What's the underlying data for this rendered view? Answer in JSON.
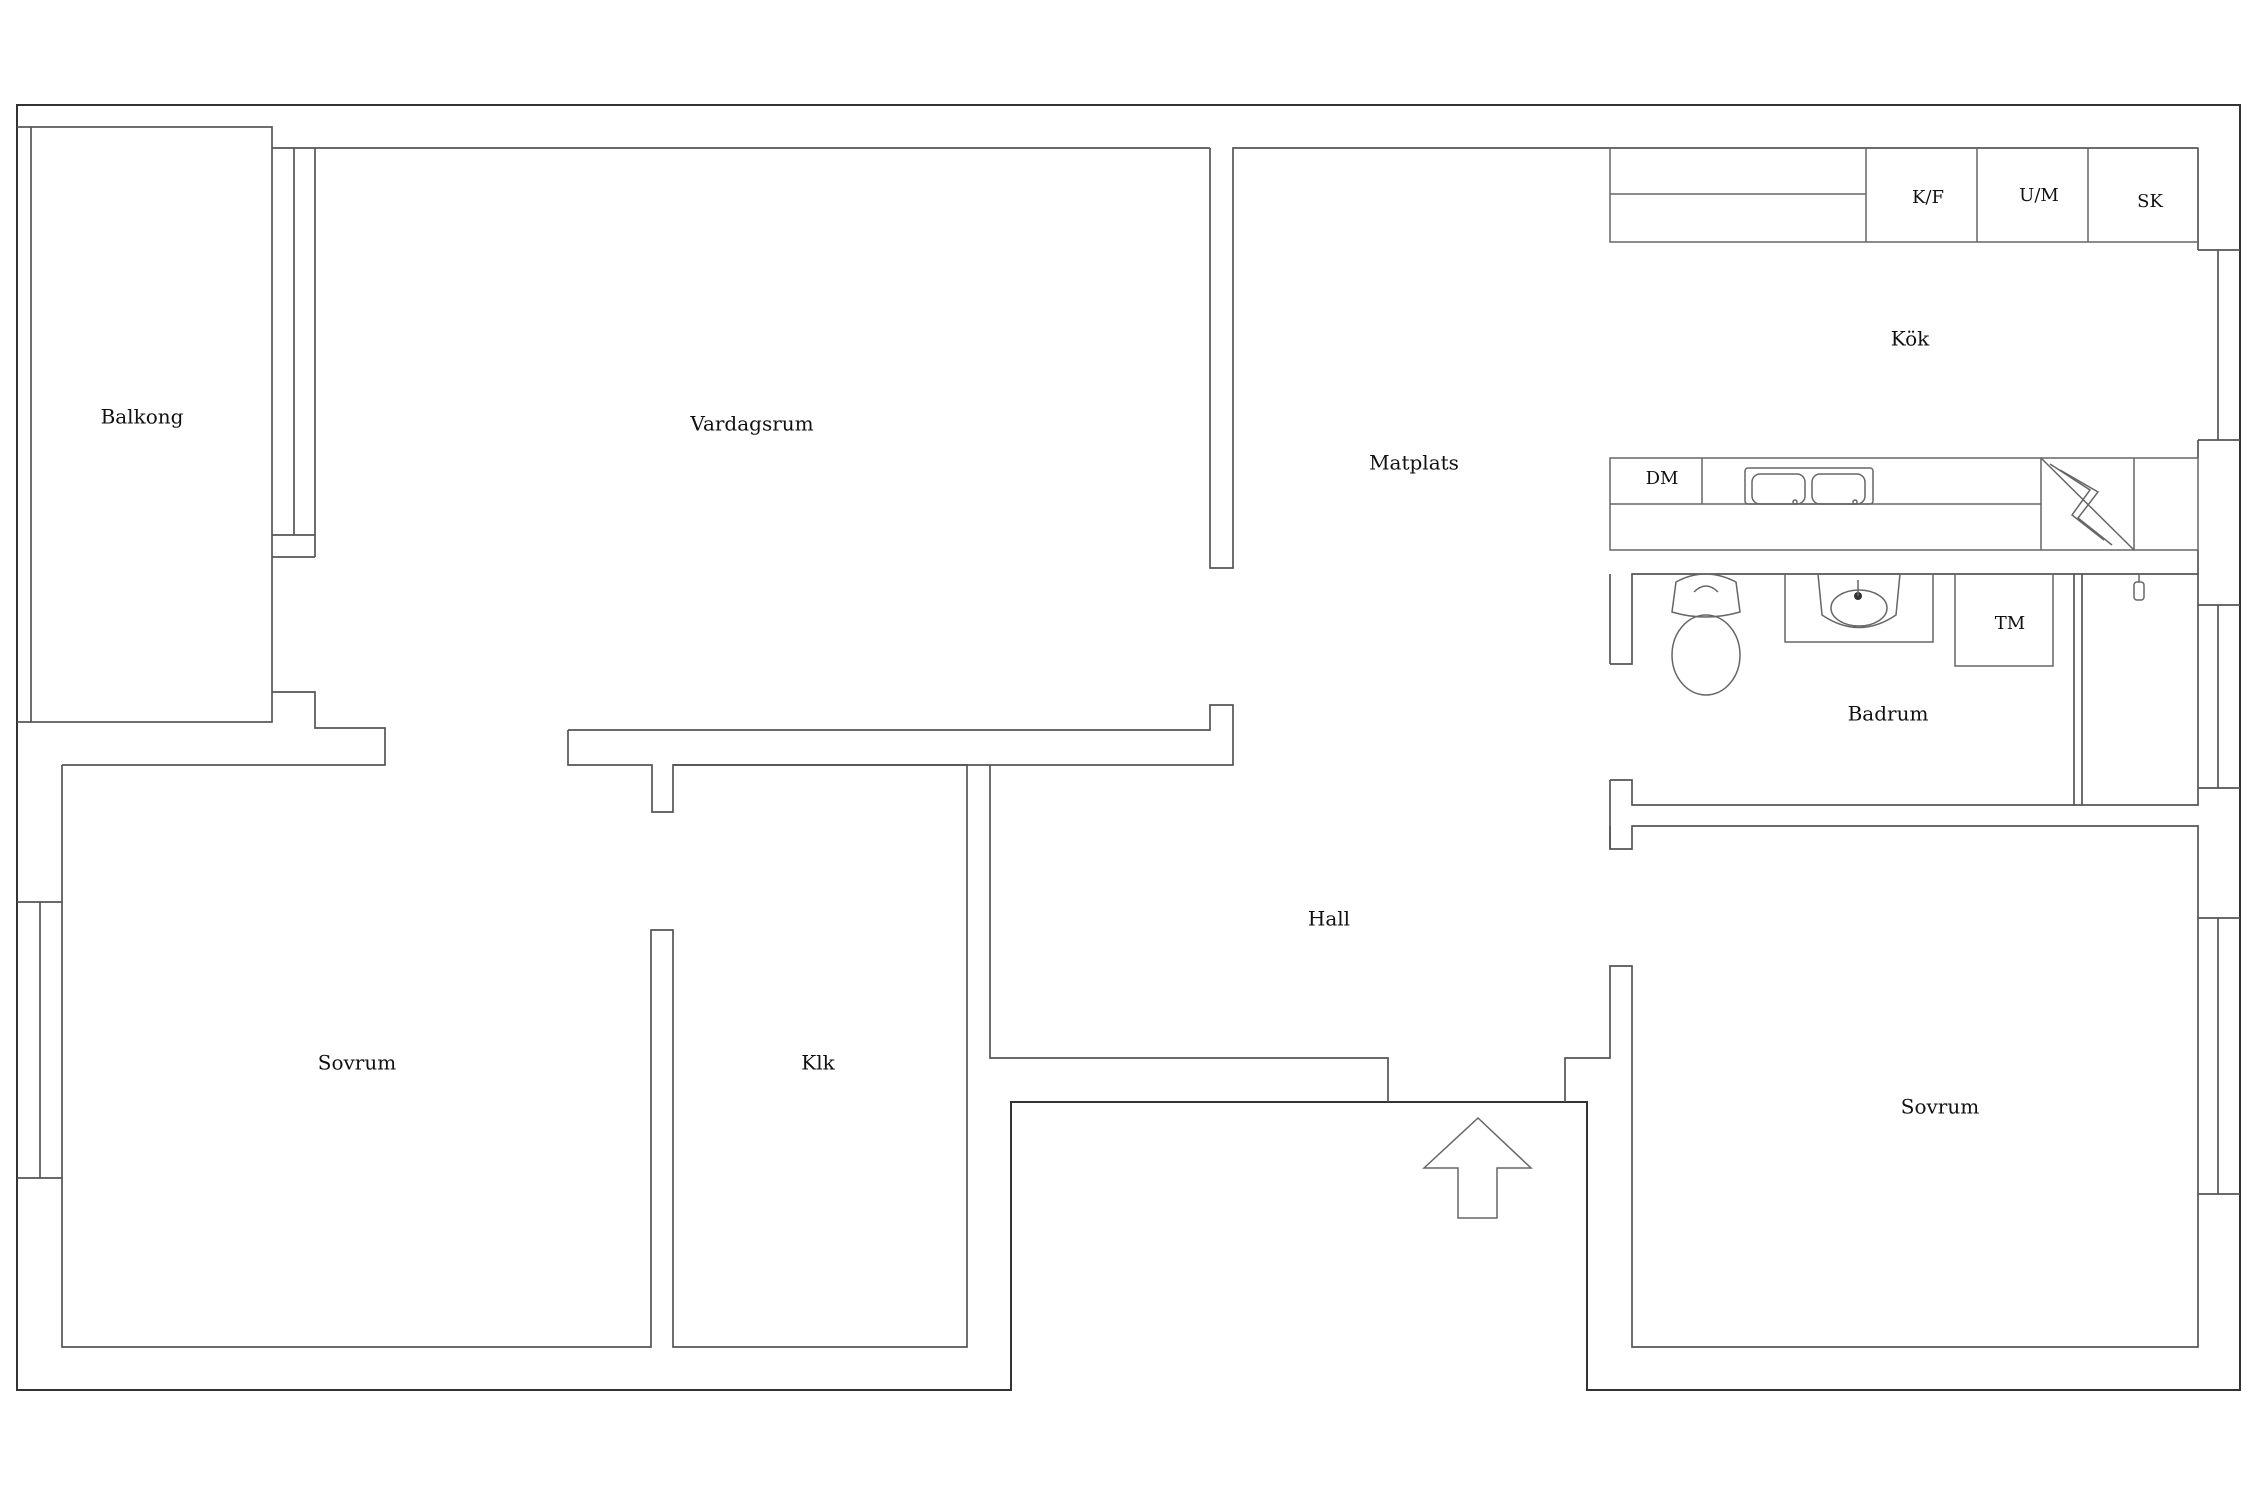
{
  "rooms": {
    "balkong": "Balkong",
    "vardagsrum": "Vardagsrum",
    "matplats": "Matplats",
    "kok": "Kök",
    "badrum": "Badrum",
    "hall": "Hall",
    "sovrum_left": "Sovrum",
    "klk": "Klk",
    "sovrum_right": "Sovrum"
  },
  "fixtures": {
    "kf": "K/F",
    "um": "U/M",
    "sk": "SK",
    "dm": "DM",
    "tm": "TM"
  },
  "icons": {
    "entrance": "entrance-arrow-icon",
    "toilet": "toilet-icon",
    "sink": "washbasin-icon",
    "kitchen_sink": "kitchen-sink-icon",
    "stove": "stove-icon",
    "tap": "tap-icon"
  }
}
